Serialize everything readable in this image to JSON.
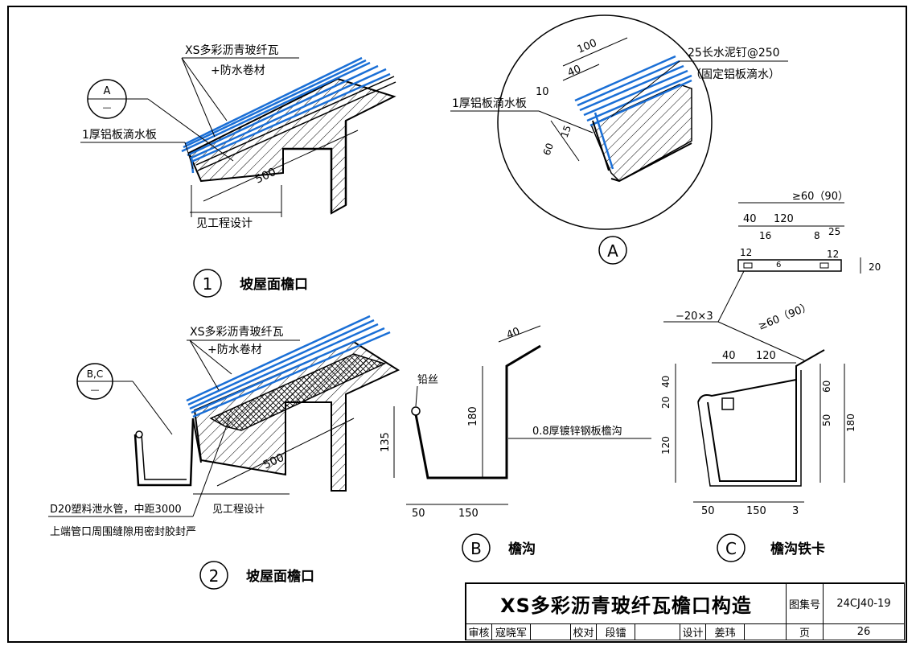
{
  "detail1": {
    "label_roof": "XS多彩沥青玻纤瓦",
    "label_membrane": "+防水卷材",
    "label_drip": "1厚铝板滴水板",
    "callout_ref": "A",
    "callout_ref_sub": "—",
    "dim_500": "500",
    "dim_design": "见工程设计",
    "number": "1",
    "title": "坡屋面檐口"
  },
  "detailA": {
    "label_nail": "25长水泥钉@250",
    "label_nail_note": "（固定铝板滴水）",
    "label_drip": "1厚铝板滴水板",
    "dim_100": "100",
    "dim_40": "40",
    "dim_10": "10",
    "dim_15": "15",
    "dim_60": "60",
    "letter": "A"
  },
  "detail2": {
    "label_roof": "XS多彩沥青玻纤瓦",
    "label_membrane": "+防水卷材",
    "callout_ref": "B,C",
    "callout_ref_sub": "—",
    "dim_500": "500",
    "label_pipe": "D20塑料泄水管，中距3000",
    "label_design": "见工程设计",
    "label_seal": "上端管口周围缝隙用密封胶封严",
    "number": "2",
    "title": "坡屋面檐口"
  },
  "detailB": {
    "dim_40": "40",
    "label_wire": "铅丝",
    "dim_180": "180",
    "dim_135": "135",
    "label_gutter": "0.8厚镀锌钢板檐沟",
    "dim_50": "50",
    "dim_150": "150",
    "letter": "B",
    "title": "檐沟"
  },
  "detailC": {
    "dim_60_90": "≥60（90）",
    "dim_40": "40",
    "dim_120": "120",
    "dim_16": "16",
    "dim_8": "8",
    "dim_25": "25",
    "dim_12a": "12",
    "dim_12b": "12",
    "dim_6": "6",
    "dim_20": "20",
    "label_bar": "−20×3",
    "dim_60_90_b": "≥60（90）",
    "dim_40_b": "40",
    "dim_120_b": "120",
    "dim_40_v": "40",
    "dim_20_v": "20",
    "dim_120_v": "120",
    "dim_60_v": "60",
    "dim_50_v": "50",
    "dim_180_v": "180",
    "dim_50_h": "50",
    "dim_150_h": "150",
    "dim_3_h": "3",
    "letter": "C",
    "title": "檐沟铁卡"
  },
  "title_block": {
    "title": "XS多彩沥青玻纤瓦檐口构造",
    "atlas_label": "图集号",
    "atlas_no": "24CJ40-19",
    "page_label": "页",
    "page_no": "26",
    "review_label": "审核",
    "reviewer": "寇晓军",
    "check_label": "校对",
    "checker": "段镭",
    "design_label": "设计",
    "designer": "姜玮"
  },
  "colors": {
    "roof_blue": "#1a6fd6",
    "line": "#000000"
  }
}
